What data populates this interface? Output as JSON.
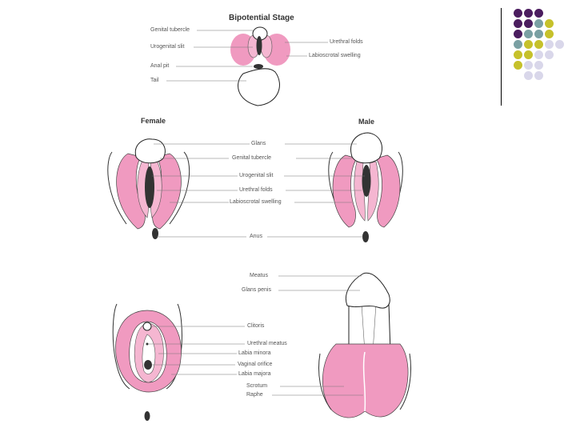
{
  "diagram": {
    "title": "Bipotential Stage",
    "female_heading": "Female",
    "male_heading": "Male",
    "bipotential_labels": {
      "genital_tubercle": "Genital tubercle",
      "urogenital_slit": "Urogenital slit",
      "anal_pit": "Anal pit",
      "tail": "Tail",
      "urethral_folds": "Urethral folds",
      "labioscrotal_swelling": "Labioscrotal swelling"
    },
    "middle_labels": {
      "glans": "Glans",
      "genital_tubercle": "Genital tubercle",
      "urogenital_slit": "Urogenital slit",
      "urethral_folds": "Urethral folds",
      "labioscrotal_swelling": "Labioscrotal swelling",
      "anus": "Anus"
    },
    "final_labels": {
      "meatus": "Meatus",
      "glans_penis": "Glans penis",
      "clitoris": "Clitoris",
      "urethral_meatus": "Urethral meatus",
      "labia_minora": "Labia minora",
      "vaginal_orifice": "Vaginal orifice",
      "labia_majora": "Labia majora",
      "scrotum": "Scrotum",
      "raphe": "Raphe"
    }
  },
  "colors": {
    "pink": "#f09ac0",
    "dark": "#333333",
    "line": "#777777",
    "purple": "#4b1d5f",
    "teal": "#7aa0a3",
    "olive": "#c6c12b",
    "lavender": "#d9d7ea"
  },
  "decor": {
    "dot_grid": [
      [
        "purple",
        "purple",
        "purple",
        null,
        null
      ],
      [
        "purple",
        "purple",
        "teal",
        "olive",
        null
      ],
      [
        "purple",
        "teal",
        "teal",
        "olive",
        null
      ],
      [
        "teal",
        "olive",
        "olive",
        "lavender",
        "lavender"
      ],
      [
        "olive",
        "olive",
        "lavender",
        "lavender",
        null
      ],
      [
        "olive",
        "lavender",
        "lavender",
        null,
        null
      ],
      [
        null,
        "lavender",
        "lavender",
        null,
        null
      ]
    ]
  }
}
